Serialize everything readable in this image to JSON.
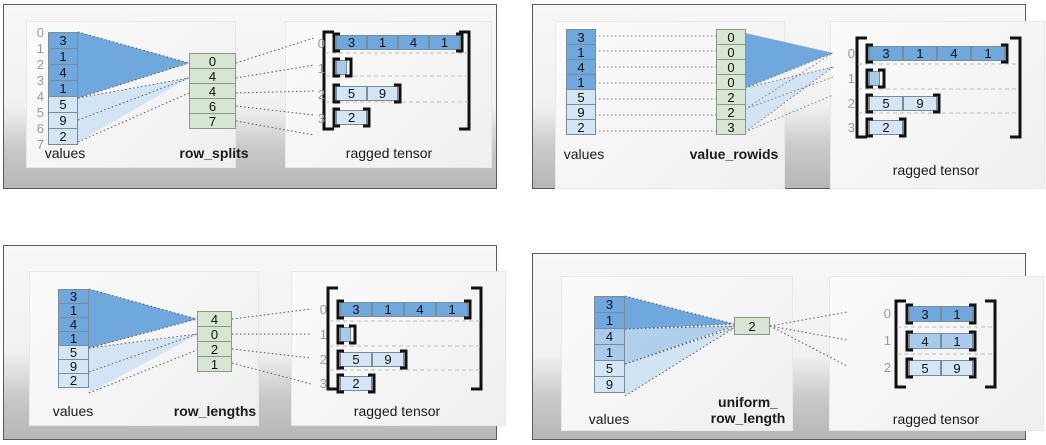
{
  "figure": {
    "title_absent": true,
    "colors": {
      "value_dark": "#6fa8dc",
      "value_mid": "#a8cbeb",
      "value_light": "#d4e6f6",
      "encoding_green": "#d6e6d2",
      "frame_gray": "#b6b6b6",
      "index_label": "#9a9a9a",
      "bracket_black": "#111111"
    }
  },
  "panels": [
    {
      "id": "row_splits",
      "values_label": "values",
      "encoding_label": "row_splits",
      "tensor_label": "ragged tensor",
      "values": [
        "3",
        "1",
        "4",
        "1",
        "5",
        "9",
        "2"
      ],
      "values_shades": [
        "dark",
        "dark",
        "dark",
        "dark",
        "light",
        "light",
        "light"
      ],
      "value_indices": [
        "0",
        "1",
        "2",
        "3",
        "4",
        "5",
        "6",
        "7"
      ],
      "encoding_values": [
        "0",
        "4",
        "4",
        "6",
        "7"
      ],
      "tensor_rows": [
        {
          "index": "0",
          "cells": [
            "3",
            "1",
            "4",
            "1"
          ],
          "shade": "dark"
        },
        {
          "index": "1",
          "cells": [],
          "shade": "mid"
        },
        {
          "index": "2",
          "cells": [
            "5",
            "9"
          ],
          "shade": "light"
        },
        {
          "index": "3",
          "cells": [
            "2"
          ],
          "shade": "light"
        }
      ]
    },
    {
      "id": "value_rowids",
      "values_label": "values",
      "encoding_label": "value_rowids",
      "tensor_label": "ragged tensor",
      "values": [
        "3",
        "1",
        "4",
        "1",
        "5",
        "9",
        "2"
      ],
      "values_shades": [
        "dark",
        "dark",
        "dark",
        "dark",
        "light",
        "light",
        "light"
      ],
      "encoding_values": [
        "0",
        "0",
        "0",
        "0",
        "2",
        "2",
        "3"
      ],
      "tensor_rows": [
        {
          "index": "0",
          "cells": [
            "3",
            "1",
            "4",
            "1"
          ],
          "shade": "dark"
        },
        {
          "index": "1",
          "cells": [],
          "shade": "mid"
        },
        {
          "index": "2",
          "cells": [
            "5",
            "9"
          ],
          "shade": "light"
        },
        {
          "index": "3",
          "cells": [
            "2"
          ],
          "shade": "light"
        }
      ]
    },
    {
      "id": "row_lengths",
      "values_label": "values",
      "encoding_label": "row_lengths",
      "tensor_label": "ragged tensor",
      "values": [
        "3",
        "1",
        "4",
        "1",
        "5",
        "9",
        "2"
      ],
      "values_shades": [
        "dark",
        "dark",
        "dark",
        "dark",
        "light",
        "light",
        "light"
      ],
      "encoding_values": [
        "4",
        "0",
        "2",
        "1"
      ],
      "tensor_rows": [
        {
          "index": "0",
          "cells": [
            "3",
            "1",
            "4",
            "1"
          ],
          "shade": "dark"
        },
        {
          "index": "1",
          "cells": [],
          "shade": "mid"
        },
        {
          "index": "2",
          "cells": [
            "5",
            "9"
          ],
          "shade": "light"
        },
        {
          "index": "3",
          "cells": [
            "2"
          ],
          "shade": "light"
        }
      ]
    },
    {
      "id": "uniform_row_length",
      "values_label": "values",
      "encoding_label": "uniform_\nrow_length",
      "tensor_label": "ragged tensor",
      "values": [
        "3",
        "1",
        "4",
        "1",
        "5",
        "9"
      ],
      "values_shades": [
        "dark",
        "dark",
        "mid",
        "mid",
        "light",
        "light"
      ],
      "encoding_values": [
        "2"
      ],
      "tensor_rows": [
        {
          "index": "0",
          "cells": [
            "3",
            "1"
          ],
          "shade": "dark"
        },
        {
          "index": "1",
          "cells": [
            "4",
            "1"
          ],
          "shade": "mid"
        },
        {
          "index": "2",
          "cells": [
            "5",
            "9"
          ],
          "shade": "light"
        }
      ]
    }
  ]
}
